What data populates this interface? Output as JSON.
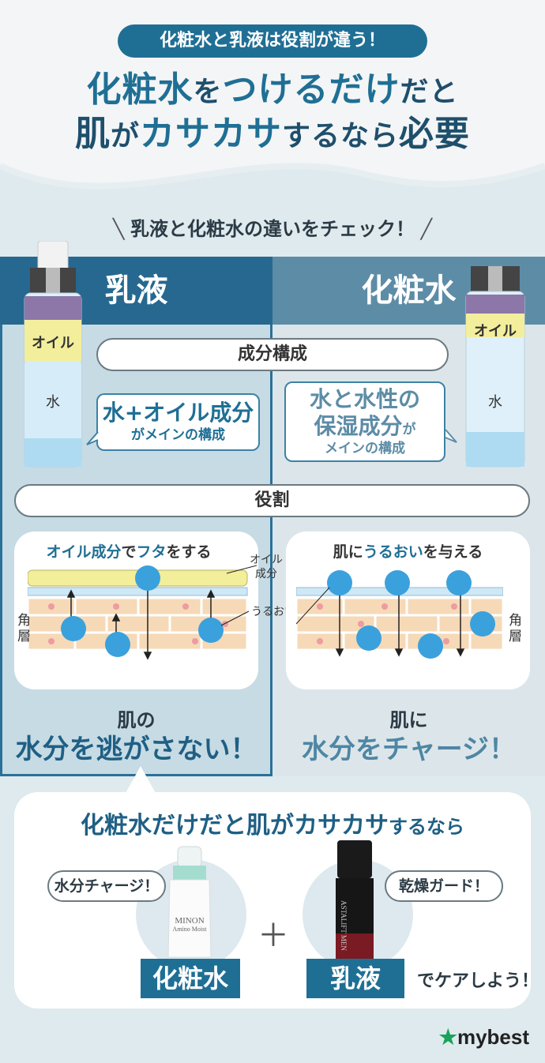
{
  "header": {
    "pill": "化粧水と乳液は役割が違う！",
    "line1_a": "化粧水",
    "line1_b": "を",
    "line1_c": "つけるだけ",
    "line1_d": "だと",
    "line2_a": "肌",
    "line2_b": "が",
    "line2_c": "カサカサ",
    "line2_d": "するなら",
    "line2_e": "必要",
    "subhead": "乳液と化粧水の違いをチェック！"
  },
  "columns": {
    "left_title": "乳液",
    "right_title": "化粧水",
    "section_composition": "成分構成",
    "section_role": "役割"
  },
  "bottles": {
    "oil": "オイル",
    "water": "水"
  },
  "left_bubble": {
    "big": "水+オイル成分",
    "small": "がメインの構成"
  },
  "right_bubble": {
    "big1": "水と水性の",
    "big2": "保湿成分",
    "small1": "が",
    "small2": "メインの構成"
  },
  "left_card": {
    "title_a": "オイル成分",
    "title_b": "で",
    "title_c": "フタ",
    "title_d": "をする",
    "label_oil1": "オイル",
    "label_oil2": "成分",
    "label_moist": "うるおい"
  },
  "right_card": {
    "title_a": "肌に",
    "title_b": "うるおい",
    "title_c": "を与える"
  },
  "side_labels": {
    "kaku": "角",
    "sou": "層"
  },
  "results": {
    "left_small": "肌の",
    "left_big": "水分を逃がさない！",
    "right_small": "肌に",
    "right_big": "水分をチャージ！"
  },
  "bottom": {
    "title_a": "化粧水だけだと肌がカサカサ",
    "title_b": "するなら",
    "bubble_left": "水分チャージ！",
    "bubble_right": "乾燥ガード！",
    "tag_left": "化粧水",
    "tag_right": "乳液",
    "suffix": "でケアしよう！",
    "plus": "＋",
    "product_left_line1": "MINON",
    "product_left_line2": "Amino Moist",
    "product_right_line1": "ASTALIFT MEN"
  },
  "logo": {
    "star": "★",
    "text": "mybest"
  },
  "colors": {
    "primary": "#1f6f95",
    "secondary": "#5d8ca6",
    "oil": "#f2ee99",
    "water": "#49a8dc"
  }
}
